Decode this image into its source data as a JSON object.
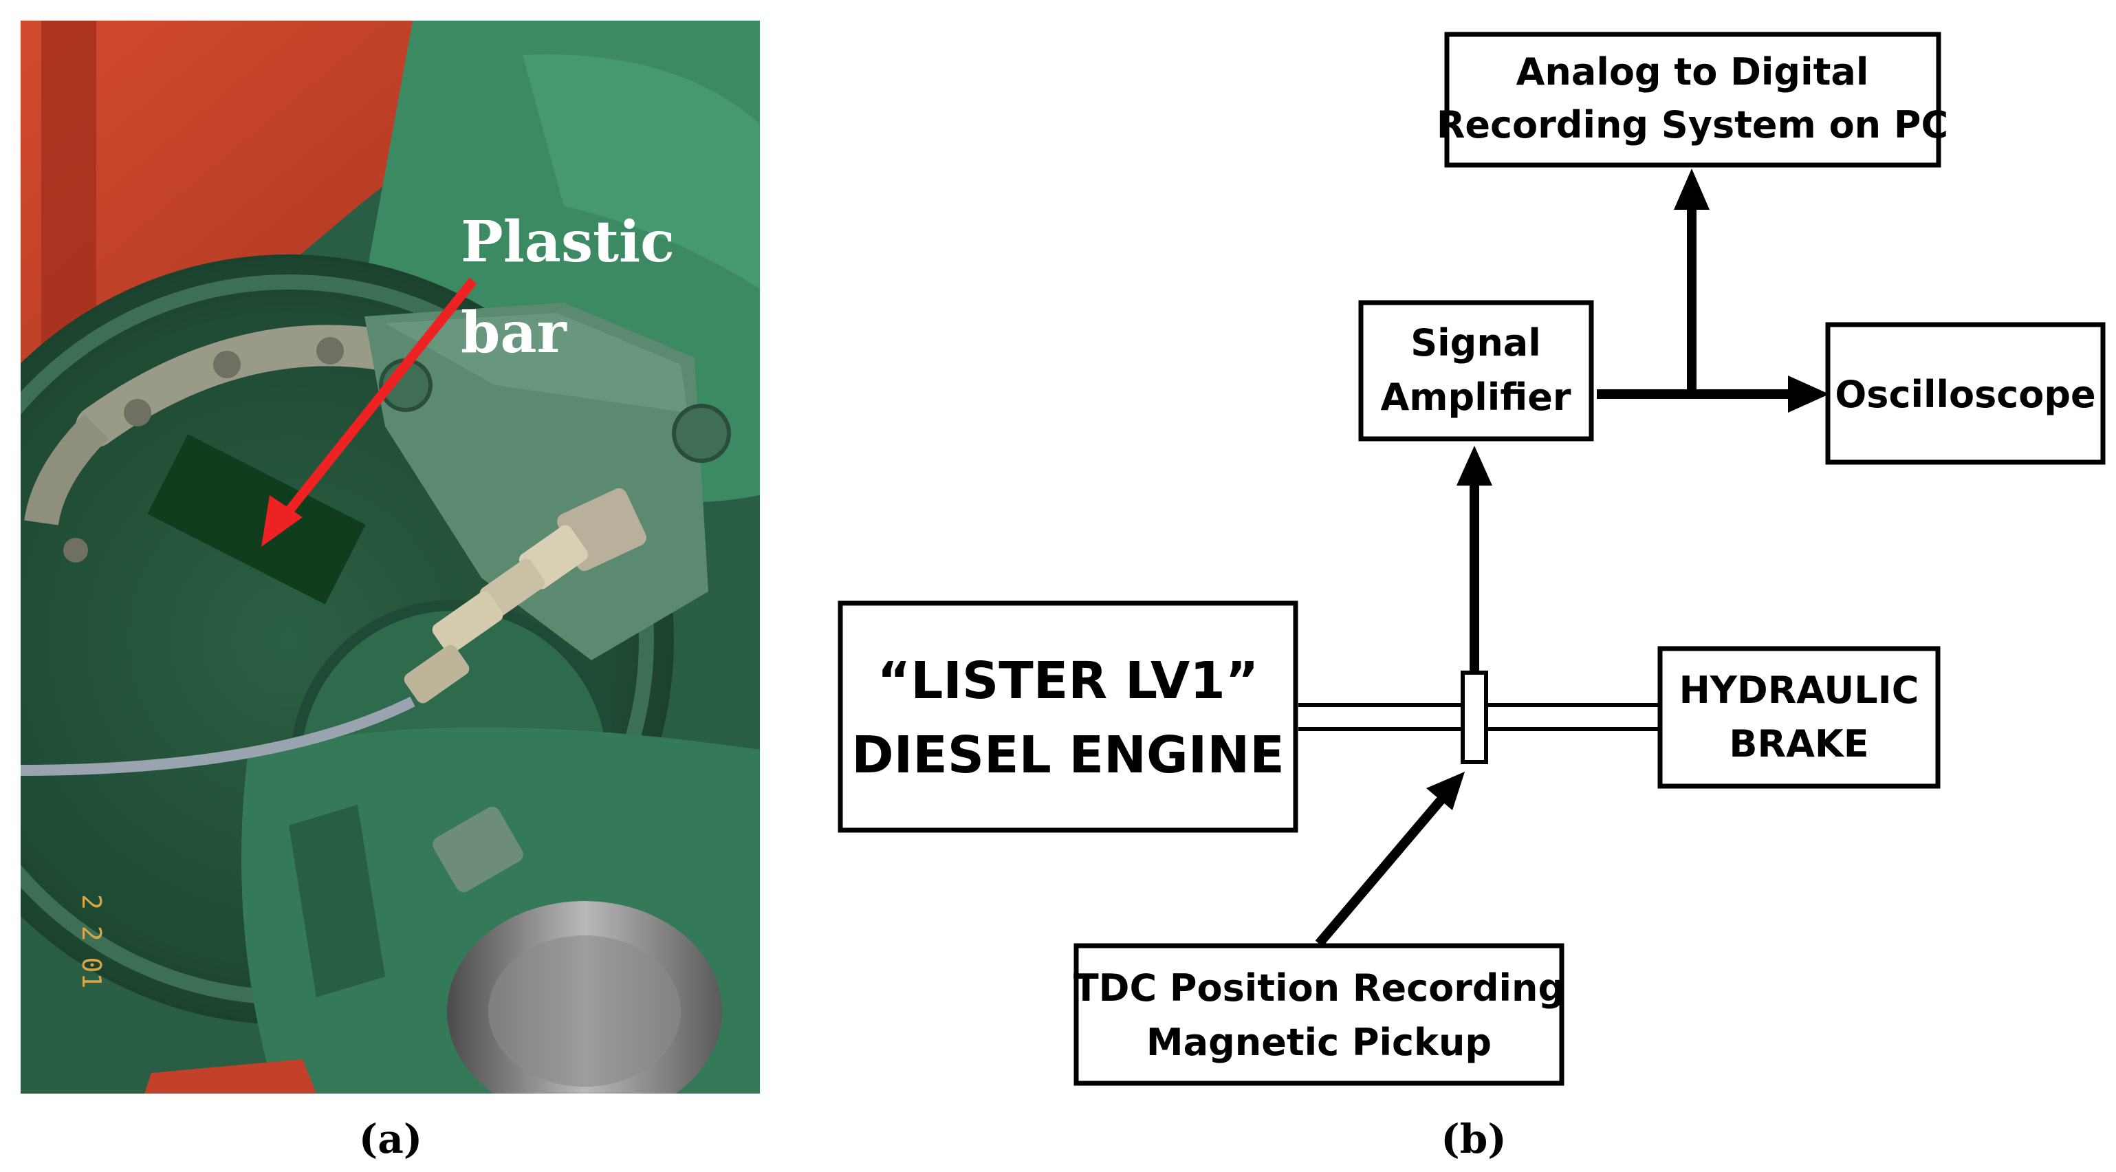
{
  "panel_a": {
    "photo_annotation": {
      "line1": "Plastic",
      "line2": "bar"
    },
    "date_stamp": "2 2 01",
    "caption": "(a)"
  },
  "panel_b": {
    "caption": "(b)",
    "boxes": {
      "adc": {
        "line1": "Analog to Digital",
        "line2": "Recording System on PC"
      },
      "amplifier": {
        "line1": "Signal",
        "line2": "Amplifier"
      },
      "oscilloscope": {
        "line1": "Oscilloscope"
      },
      "engine": {
        "line1": "“LISTER LV1”",
        "line2": "DIESEL ENGINE"
      },
      "brake": {
        "line1": "HYDRAULIC",
        "line2": "BRAKE"
      },
      "pickup": {
        "line1": "TDC Position Recording",
        "line2": "Magnetic Pickup"
      }
    }
  },
  "colors": {
    "arrow_red": "#ee2222",
    "bar_dark_green": "#0f3d1d",
    "engine_green": "#2f7a55",
    "frame_red": "#c9412a",
    "line_black": "#000000"
  }
}
